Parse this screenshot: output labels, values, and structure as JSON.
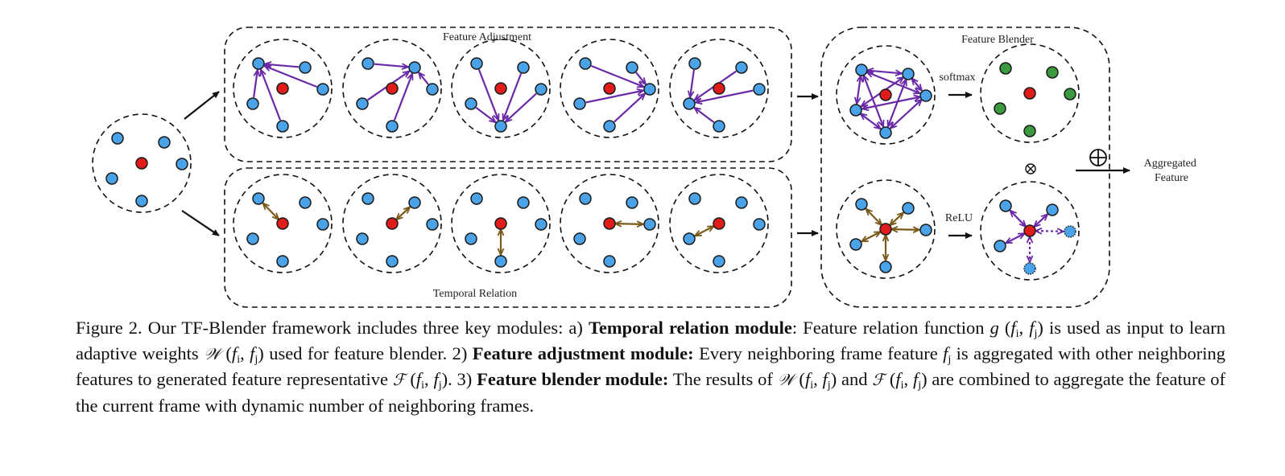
{
  "figure": {
    "panels": {
      "feature_adjustment": {
        "label": "Feature Adjustment"
      },
      "temporal_relation": {
        "label": "Temporal Relation"
      },
      "feature_blender": {
        "label": "Feature Blender"
      }
    },
    "ops": {
      "softmax": "softmax",
      "relu": "ReLU",
      "multiply": "⊗",
      "add": "⊕"
    },
    "output_label": [
      "Aggregated",
      "Feature"
    ],
    "colors": {
      "neighbor_node": "#4aa3e8",
      "current_node": "#e01b1b",
      "weight_node": "#3a9a3e",
      "adjust_edge": "#6a2aa8",
      "relation_edge": "#7a5a1a",
      "outline": "#1a1a1a"
    },
    "graph": {
      "neighbors": 5,
      "feature_adjustment_targets": [
        0,
        1,
        4,
        2,
        3
      ],
      "temporal_relation_targets": [
        0,
        1,
        4,
        2,
        3
      ],
      "relu_pruned_neighbors": [
        2,
        4
      ]
    }
  },
  "caption": {
    "prefix": "Figure 2. Our TF-Blender framework includes three key modules: a) ",
    "m1_title": "Temporal relation module",
    "m1_text_a": ": Feature relation function ",
    "g_fn": "g",
    "m1_text_b": " is used as input to learn adaptive weights ",
    "W_fn": "𝒲",
    "m1_text_c": " used for feature blender. 2) ",
    "m2_title": "Feature adjustment module:",
    "m2_text_a": " Every neighboring frame feature ",
    "fj": "f",
    "m2_text_b": " is aggregated with other neighboring features to generated feature representative ",
    "F_fn": "ℱ",
    "m2_text_c": ". 3) ",
    "m3_title": "Feature blender module:",
    "m3_text_a": " The results of ",
    "m3_text_b": " and ",
    "m3_text_c": " are combined to aggregate the feature of the current frame with dynamic number of neighboring frames.",
    "args": "(f_i, f_j)"
  }
}
